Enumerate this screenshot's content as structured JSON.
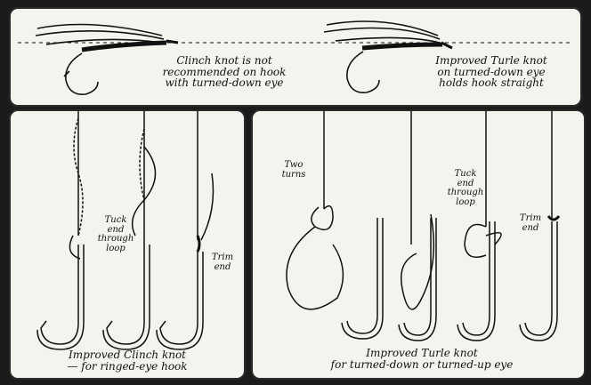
{
  "top": {
    "clinch_note": "Clinch knot is not\nrecommended on hook\nwith turned-down eye",
    "turle_note": "Improved Turle knot\non turned-down eye\nholds hook straight"
  },
  "left": {
    "tuck_note": "Tuck\nend\nthrough\nloop",
    "trim_note": "Trim\nend",
    "caption": "Improved Clinch knot\n— for ringed-eye hook"
  },
  "right": {
    "two_turns": "Two\nturns",
    "tuck_note": "Tuck\nend\nthrough\nloop",
    "trim_note": "Trim\nend",
    "caption": "Improved Turle knot\nfor turned-down or turned-up eye"
  },
  "colors": {
    "ink": "#111111",
    "paper": "#f4f3ee",
    "frame": "#1b1b1b"
  }
}
